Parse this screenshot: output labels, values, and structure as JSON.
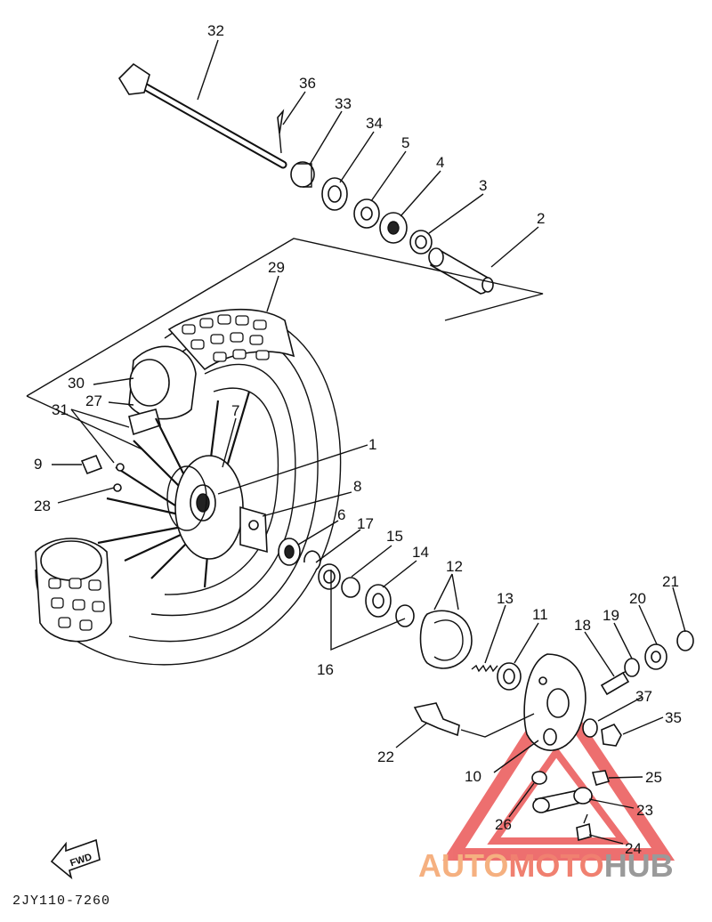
{
  "diagram": {
    "callouts": [
      "32",
      "36",
      "33",
      "34",
      "5",
      "4",
      "3",
      "2",
      "29",
      "30",
      "27",
      "31",
      "7",
      "1",
      "9",
      "28",
      "8",
      "6",
      "17",
      "15",
      "14",
      "12",
      "13",
      "11",
      "18",
      "19",
      "20",
      "21",
      "16",
      "37",
      "35",
      "22",
      "10",
      "25",
      "23",
      "26",
      "24"
    ],
    "fwd_label": "FWD",
    "drawing_code": "2JY110-7260"
  },
  "watermark": {
    "auto": "AUTO",
    "moto": "MOTO",
    "hub": "HUB",
    "colors": {
      "auto": "#f5b080",
      "moto": "#f08070",
      "hub": "#9a9a9a",
      "triangle": "#e84040"
    }
  }
}
